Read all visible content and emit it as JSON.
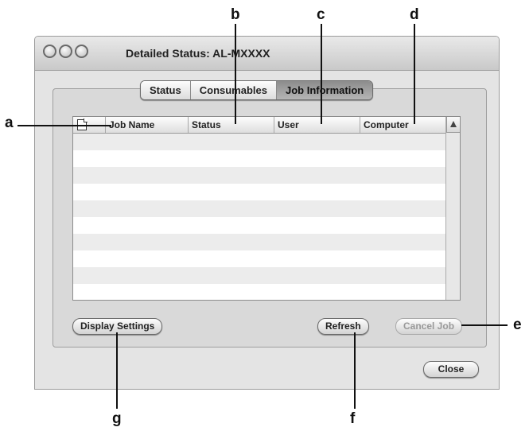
{
  "window": {
    "title": "Detailed Status: AL-MXXXX"
  },
  "tabs": [
    {
      "label": "Status",
      "active": false
    },
    {
      "label": "Consumables",
      "active": false
    },
    {
      "label": "Job Information",
      "active": true
    }
  ],
  "table": {
    "columns": [
      "Job Name",
      "Status",
      "User",
      "Computer"
    ],
    "rows": []
  },
  "buttons": {
    "display_settings": "Display Settings",
    "refresh": "Refresh",
    "cancel_job": "Cancel Job",
    "close": "Close"
  },
  "callouts": {
    "a": "a",
    "b": "b",
    "c": "c",
    "d": "d",
    "e": "e",
    "f": "f",
    "g": "g"
  }
}
